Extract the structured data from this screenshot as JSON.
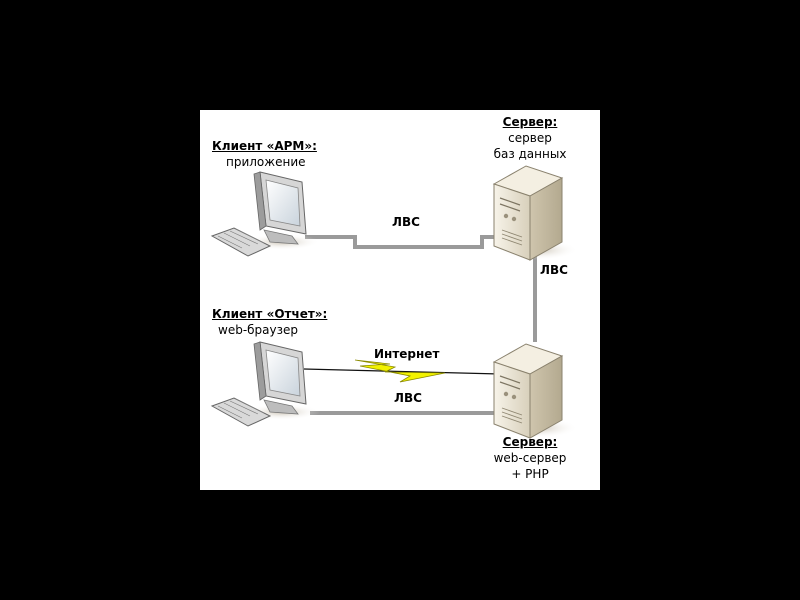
{
  "client_apm": {
    "title": "Клиент «АРМ»:",
    "subtitle": "приложение"
  },
  "client_report": {
    "title": "Клиент «Отчет»:",
    "subtitle": "web-браузер"
  },
  "db_server": {
    "title": "Сервер:",
    "line1": "сервер",
    "line2": "баз данных"
  },
  "web_server": {
    "title": "Сервер:",
    "line1": "web-сервер",
    "line2": "+ PHP"
  },
  "links": {
    "lan_top": "ЛВС",
    "lan_vertical": "ЛВС",
    "internet": "Интернет",
    "lan_bottom": "ЛВС"
  },
  "colors": {
    "background": "#000000",
    "canvas": "#ffffff",
    "cable": "#9a9a9a",
    "lightning": "#f2f200",
    "monitor": "#cfcfcf",
    "server": "#e9e3d3"
  }
}
